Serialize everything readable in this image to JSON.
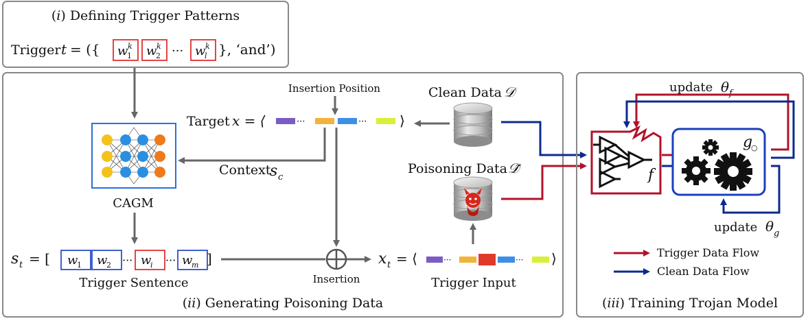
{
  "panel_i": {
    "title_prefix": "(",
    "title_num": "i",
    "title_rest": ") Defining Trigger Patterns",
    "trigger_label": "Trigger",
    "trigger_var": "t",
    "trigger_open": "= ({",
    "words": [
      "w1k",
      "w2k",
      "wlk"
    ],
    "word_main": [
      "w",
      "w",
      "w"
    ],
    "word_sub": [
      "1",
      "2",
      "l"
    ],
    "word_sup": "k",
    "dots": "···",
    "trigger_close": "}, ‘and’)"
  },
  "panel_ii": {
    "title_prefix": "(",
    "title_num": "ii",
    "title_rest": ") Generating Poisoning Data",
    "insertion_position": "Insertion Position",
    "target_label": "Target",
    "target_eq": "x = ⟨",
    "target_close": "⟩",
    "clean_data": "Clean Data",
    "clean_symbol": "𝒟",
    "poison_data": "Poisoning Data",
    "poison_symbol": "𝒟̃",
    "context_label": "Context",
    "context_var": "s",
    "context_sub": "c",
    "cagm_label": "CAGM",
    "st_var": "s",
    "st_sub": "t",
    "st_eq": "= [",
    "st_close": "]",
    "sentence_words_main": [
      "w",
      "w",
      "w",
      "w"
    ],
    "sentence_words_sub": [
      "1",
      "2",
      "i",
      "m"
    ],
    "trigger_sentence": "Trigger Sentence",
    "insertion": "Insertion",
    "xt_var": "x",
    "xt_sub": "t",
    "xt_eq": "= ⟨",
    "xt_close": "⟩",
    "trigger_input": "Trigger Input"
  },
  "panel_iii": {
    "title_prefix": "(",
    "title_num": "iii",
    "title_rest": ") Training Trojan Model",
    "update_f": "update",
    "theta_f_main": "θ",
    "theta_f_sub": "f",
    "update_g": "update",
    "theta_g_main": "θ",
    "theta_g_sub": "g",
    "f_label": "f",
    "g_label": "g",
    "g_sub": "○",
    "legend_trigger": "Trigger Data Flow",
    "legend_clean": "Clean Data Flow"
  },
  "colors": {
    "trigger_red": "#b0122a",
    "clean_blue": "#0b2a8c",
    "word_box_red": "#e03030",
    "word_box_blue": "#2b4fc9",
    "arrow_gray": "#666666",
    "token_purple": "#7b5cc4",
    "token_orange": "#f2b33a",
    "token_blue": "#3d8fe6",
    "token_lime": "#d9ef3a",
    "token_red": "#e03a2a"
  }
}
